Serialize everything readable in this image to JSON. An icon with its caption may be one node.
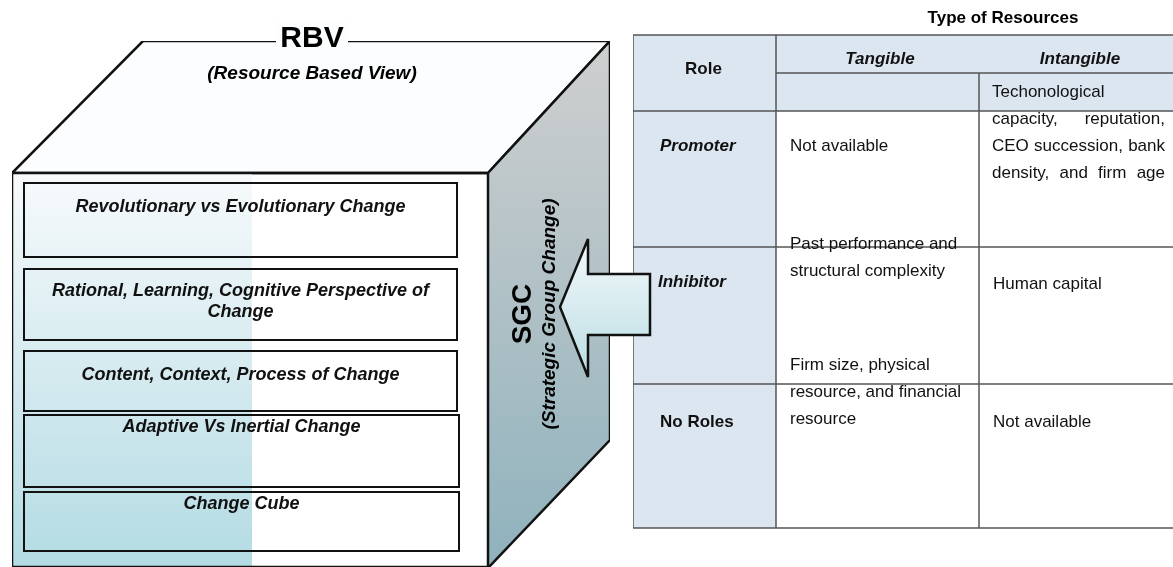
{
  "diagram": {
    "nodes": [
      {
        "text": [
          "RBV",
          "(Resource Based View)"
        ]
      },
      {
        "text": [
          "SGC",
          "(Strategic Group Change)"
        ]
      },
      {
        "text": [
          "Revolutionary vs Evolutionary Change"
        ],
        "in": 0
      },
      {
        "text": [
          "Rational, Learning, Cognitive Perspective of  Change"
        ],
        "in": 0
      },
      {
        "text": [
          "Content, Context, Process of  Change"
        ],
        "in": 0
      },
      {
        "text": [
          "Adaptive Vs Inertial Change"
        ],
        "in": 0
      },
      {
        "text": [
          "Change Cube"
        ],
        "in": 0
      },
      {
        "text": [
          "Type of Resources"
        ]
      }
    ],
    "edges": [
      {
        "from": 7,
        "to": 1,
        "arrow": "to"
      }
    ],
    "labels": [
      "Role",
      "Tangible",
      "Intangible",
      "Promoter",
      "Not available",
      "Techonological capacity, reputation, CEO succession, bank density, and firm age",
      "Inhibitor",
      "Past performance and structural complexity",
      "Human capital",
      "No Roles",
      "Firm size, physical resource, and financial resource",
      "Not available"
    ]
  }
}
